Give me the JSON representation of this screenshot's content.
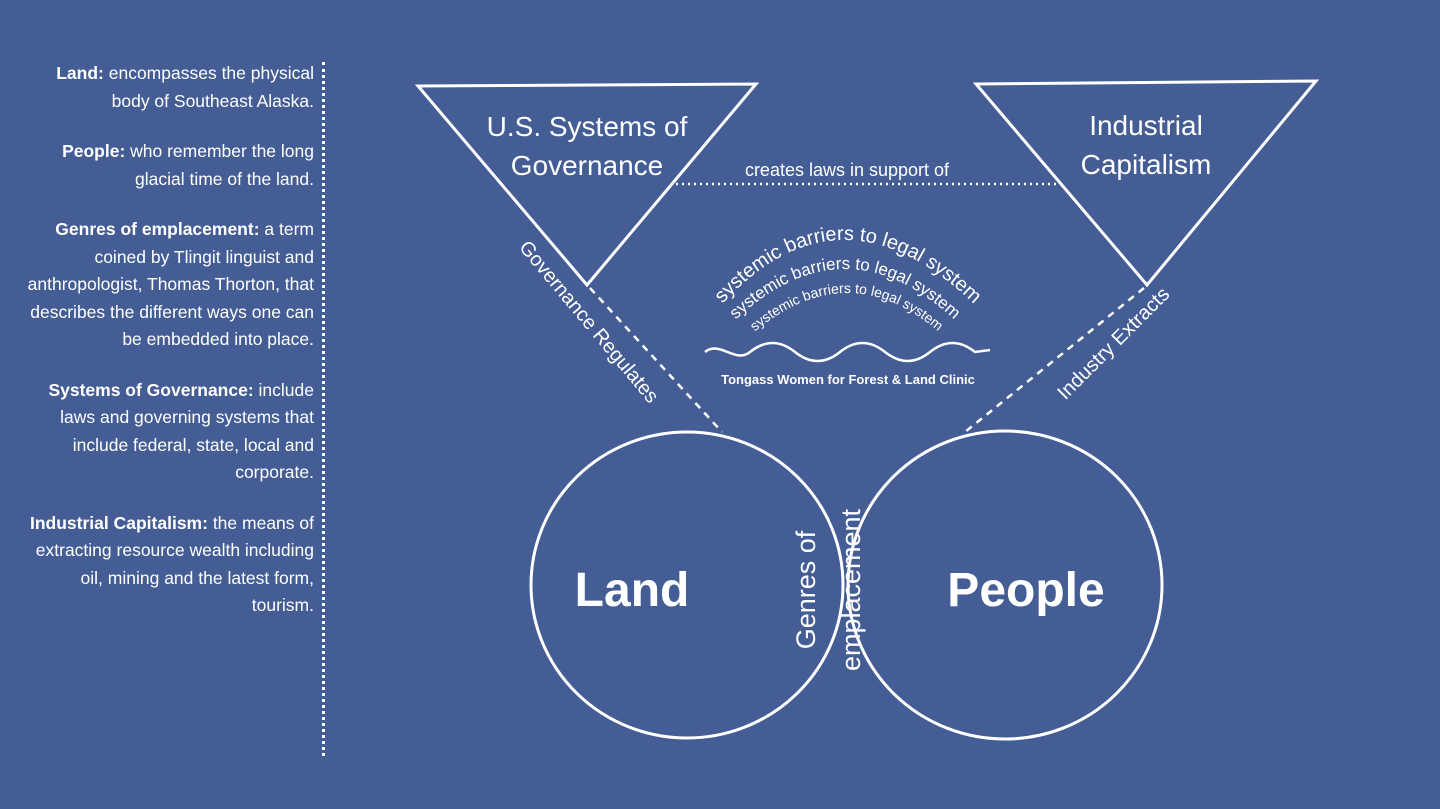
{
  "legend": [
    {
      "term": "Land:",
      "text": " encompasses the physical body of Southeast Alaska."
    },
    {
      "term": "People:",
      "text": " who remember the long glacial time of the land."
    },
    {
      "term": "Genres of emplacement:",
      "text": " a term coined by Tlingit linguist and anthropologist, Thomas Thorton, that describes the different ways one can be embedded into place."
    },
    {
      "term": "Systems of Governance:",
      "text": " include laws and governing systems that include federal, state, local and corporate."
    },
    {
      "term": "Industrial Capitalism:",
      "text": " the means of extracting resource wealth including oil, mining and the latest form, tourism."
    }
  ],
  "diagram": {
    "governance_line1": "U.S. Systems of",
    "governance_line2": "Governance",
    "capitalism_line1": "Industrial",
    "capitalism_line2": "Capitalism",
    "creates_laws": "creates laws in support of",
    "governance_regulates": "Governance Regulates",
    "industry_extracts": "Industry Extracts",
    "barriers": "systemic barriers to legal system",
    "clinic": "Tongass Women for Forest & Land Clinic",
    "land": "Land",
    "people": "People",
    "genres_line1": "Genres of",
    "genres_line2": "emplacement"
  },
  "colors": {
    "background": "#445d94",
    "foreground": "#ffffff"
  }
}
